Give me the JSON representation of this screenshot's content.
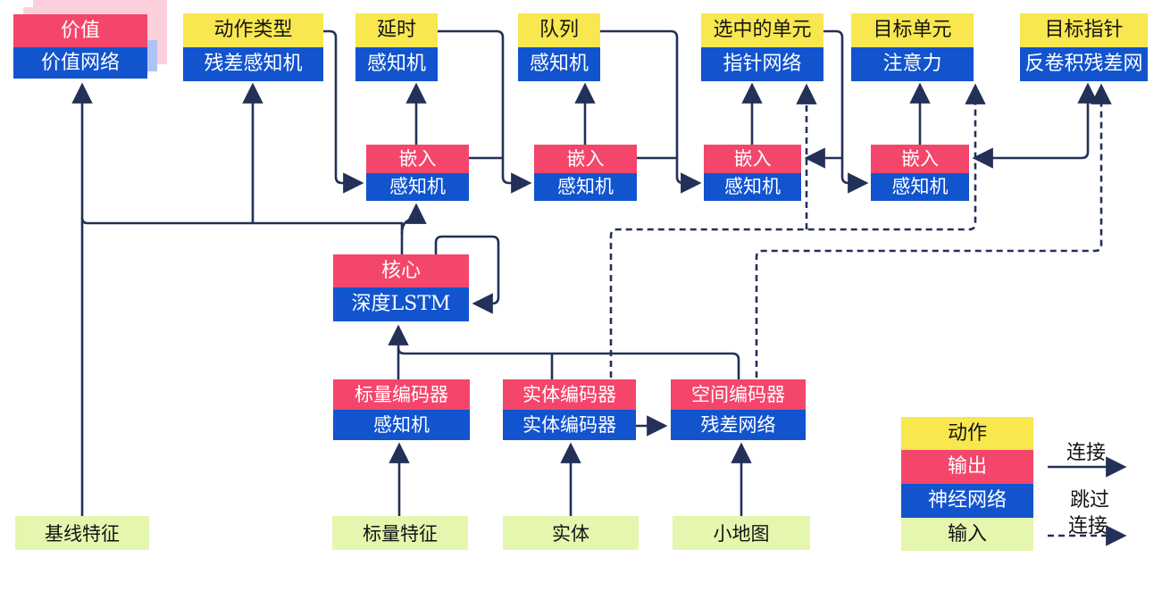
{
  "nodes": {
    "value": {
      "top": "价值",
      "bottom": "价值网络"
    },
    "action_type": {
      "top": "动作类型",
      "bottom": "残差感知机"
    },
    "delay": {
      "top": "延时",
      "bottom": "感知机"
    },
    "queue": {
      "top": "队列",
      "bottom": "感知机"
    },
    "selected_units": {
      "top": "选中的单元",
      "bottom": "指针网络"
    },
    "target_unit": {
      "top": "目标单元",
      "bottom": "注意力"
    },
    "target_point": {
      "top": "目标指针",
      "bottom": "反卷积残差网"
    },
    "embed1": {
      "top": "嵌入",
      "bottom": "感知机"
    },
    "embed2": {
      "top": "嵌入",
      "bottom": "感知机"
    },
    "embed3": {
      "top": "嵌入",
      "bottom": "感知机"
    },
    "embed4": {
      "top": "嵌入",
      "bottom": "感知机"
    },
    "core": {
      "top": "核心",
      "bottom": "深度LSTM"
    },
    "scalar_encoder": {
      "top": "标量编码器",
      "bottom": "感知机"
    },
    "entity_encoder": {
      "top": "实体编码器",
      "bottom": "实体编码器"
    },
    "spatial_encoder": {
      "top": "空间编码器",
      "bottom": "残差网络"
    },
    "baseline_features": {
      "label": "基线特征"
    },
    "scalar_features": {
      "label": "标量特征"
    },
    "entities": {
      "label": "实体"
    },
    "minimap": {
      "label": "小地图"
    }
  },
  "legend": {
    "action": "动作",
    "output": "输出",
    "network": "神经网络",
    "input": "输入",
    "connection": "连接",
    "skip_line1": "跳过",
    "skip_line2": "连接"
  },
  "colors": {
    "action_yellow": "#F8E74F",
    "output_red": "#F4466B",
    "network_blue": "#1254CE",
    "input_green": "#E5F6AE",
    "line_navy": "#233058",
    "shadow_pink": "#FBD0DC",
    "shadow_blue": "#AEC3F4"
  }
}
